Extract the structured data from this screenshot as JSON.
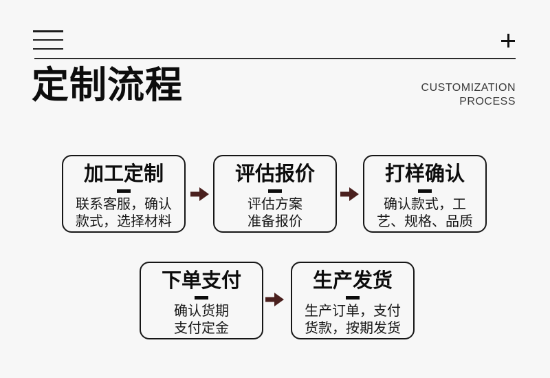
{
  "header": {
    "title": "定制流程",
    "subtitle_line1": "CUSTOMIZATION",
    "subtitle_line2": "PROCESS"
  },
  "icons": {
    "menu": "hamburger-menu-icon",
    "add": "plus-icon",
    "flow_arrow": "arrow-right-icon"
  },
  "colors": {
    "background": "#f7f7f7",
    "ink": "#111111",
    "box_border": "#161616",
    "arrow": "#4a201e"
  },
  "flow": {
    "steps": [
      {
        "title": "加工定制",
        "description": "联系客服，确认\n款式，选择材料"
      },
      {
        "title": "评估报价",
        "description": "评估方案\n准备报价"
      },
      {
        "title": "打样确认",
        "description": "确认款式，工\n艺、规格、品质"
      },
      {
        "title": "下单支付",
        "description": "确认货期\n支付定金"
      },
      {
        "title": "生产发货",
        "description": "生产订单，支付\n货款，按期发货"
      }
    ]
  }
}
